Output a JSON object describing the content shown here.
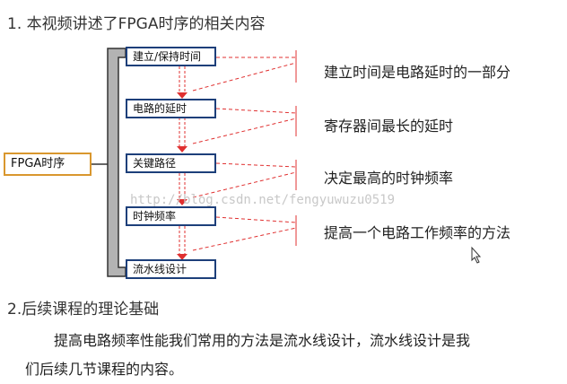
{
  "heading1": "1. 本视频讲述了FPGA时序的相关内容",
  "root": "FPGA时序",
  "steps": [
    "建立/保持时间",
    "电路的延时",
    "关键路径",
    "时钟频率",
    "流水线设计"
  ],
  "descriptions": [
    "建立时间是电路延时的一部分",
    "寄存器间最长的延时",
    "决定最高的时钟频率",
    "提高一个电路工作频率的方法"
  ],
  "watermark": "http://blog.csdn.net/fengyuwuzu0519",
  "heading2": "2.后续课程的理论基础",
  "paragraph": {
    "line1": "提高电路频率性能我们常用的方法是流水线设计，流水线设计是我",
    "line2": "们后续几节课程的内容。"
  },
  "colors": {
    "box_border": "#1d3f7a",
    "root_border": "#d9972e",
    "dash_line": "#e03030",
    "bracket_fill": "#b3b3b3"
  }
}
